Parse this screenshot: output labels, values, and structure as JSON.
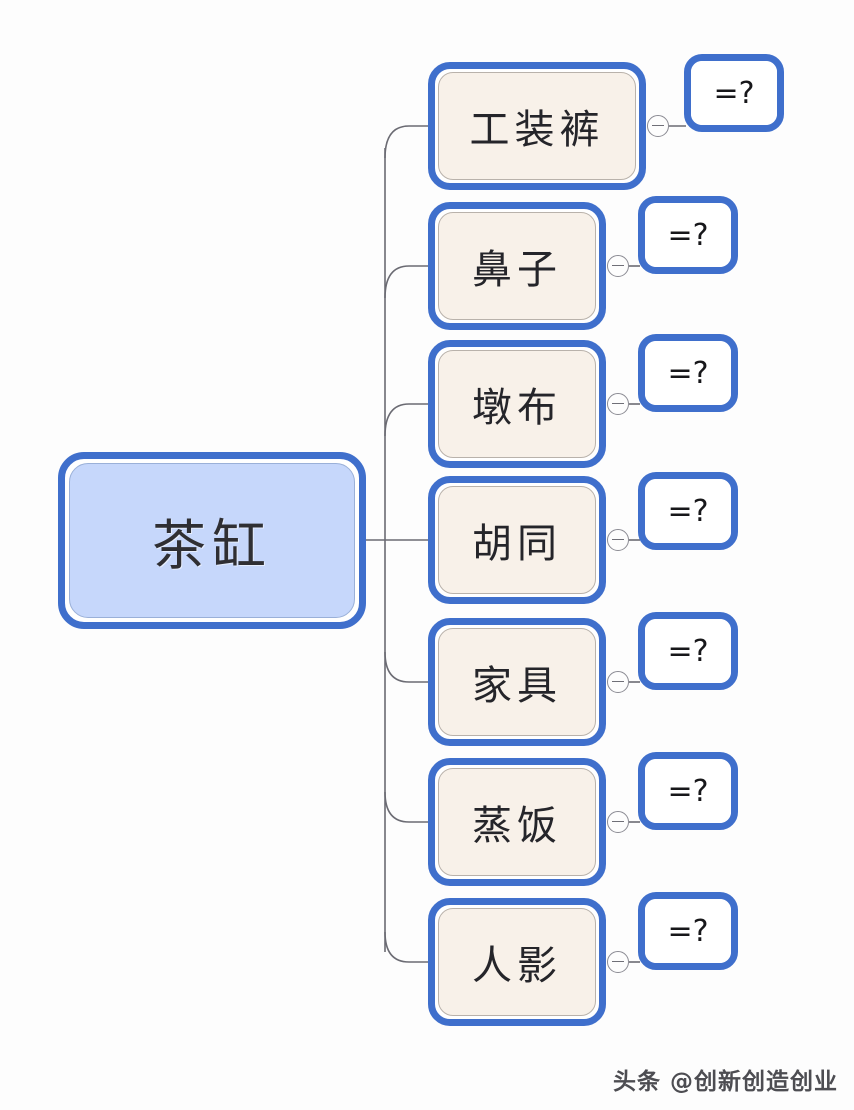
{
  "diagram": {
    "type": "mind-map",
    "title_node": {
      "label": "茶缸"
    },
    "branches": [
      {
        "label": "工装裤",
        "answer": "=?"
      },
      {
        "label": "鼻子",
        "answer": "=?"
      },
      {
        "label": "墩布",
        "answer": "=?"
      },
      {
        "label": "胡同",
        "answer": "=?"
      },
      {
        "label": "家具",
        "answer": "=?"
      },
      {
        "label": "蒸饭",
        "answer": "=?"
      },
      {
        "label": "人影",
        "answer": "=?"
      }
    ],
    "colors": {
      "node_border": "#3f6fcc",
      "root_fill": "#c6d7fb",
      "branch_fill": "#f8f1e9",
      "leaf_fill": "#ffffff",
      "connector": "#6b6b73",
      "canvas": "#fdfdfd"
    }
  },
  "watermark": {
    "text": "头条 @创新创造创业"
  }
}
